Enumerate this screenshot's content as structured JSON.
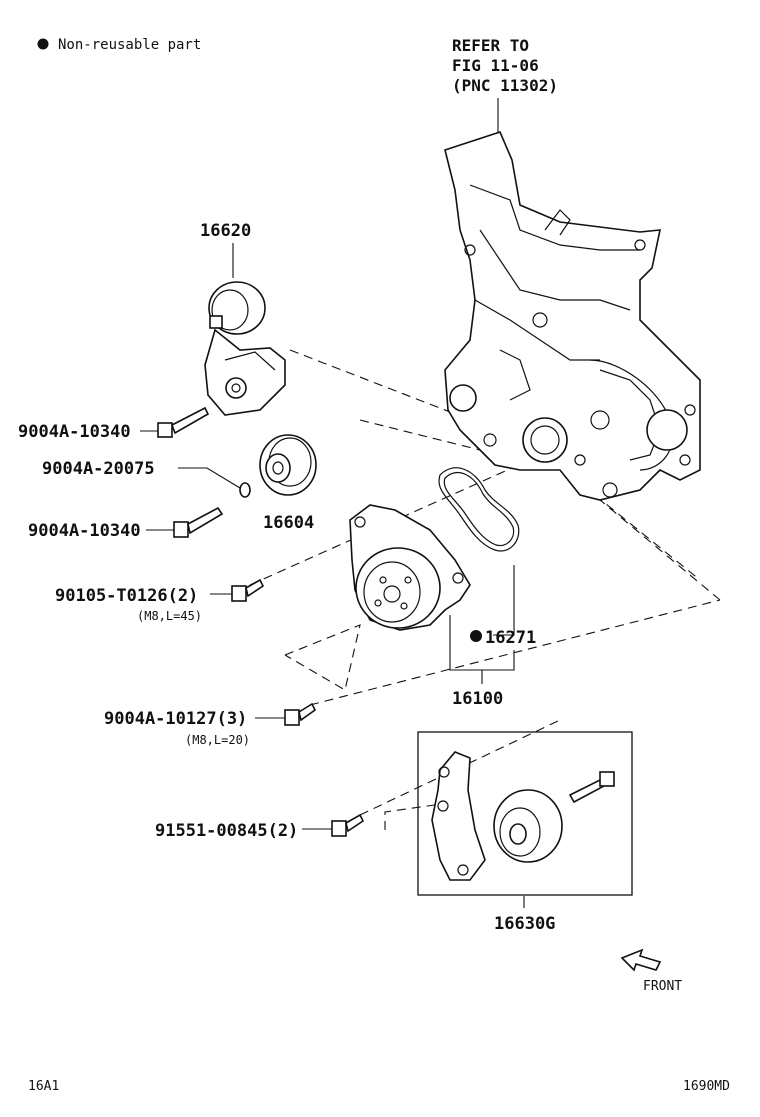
{
  "legend": {
    "text": "Non-reusable part",
    "symbol": "filled-circle-icon"
  },
  "refer": {
    "line1": "REFER TO",
    "line2": "FIG 11-06",
    "line3": "(PNC 11302)"
  },
  "callouts": {
    "p16620": "16620",
    "p9004a_10340_top": "9004A-10340",
    "p9004a_20075": "9004A-20075",
    "p9004a_10340_mid": "9004A-10340",
    "p16604": "16604",
    "p90105": "90105-T0126(2)",
    "p90105_spec": "(M8,L=45)",
    "p16271": "16271",
    "p16100": "16100",
    "p9004a_10127": "9004A-10127(3)",
    "p9004a_10127_spec": "(M8,L=20)",
    "p91551": "91551-00845(2)",
    "p16630g": "16630G"
  },
  "direction": {
    "label": "FRONT"
  },
  "footer": {
    "left": "16A1",
    "right": "1690MD"
  }
}
